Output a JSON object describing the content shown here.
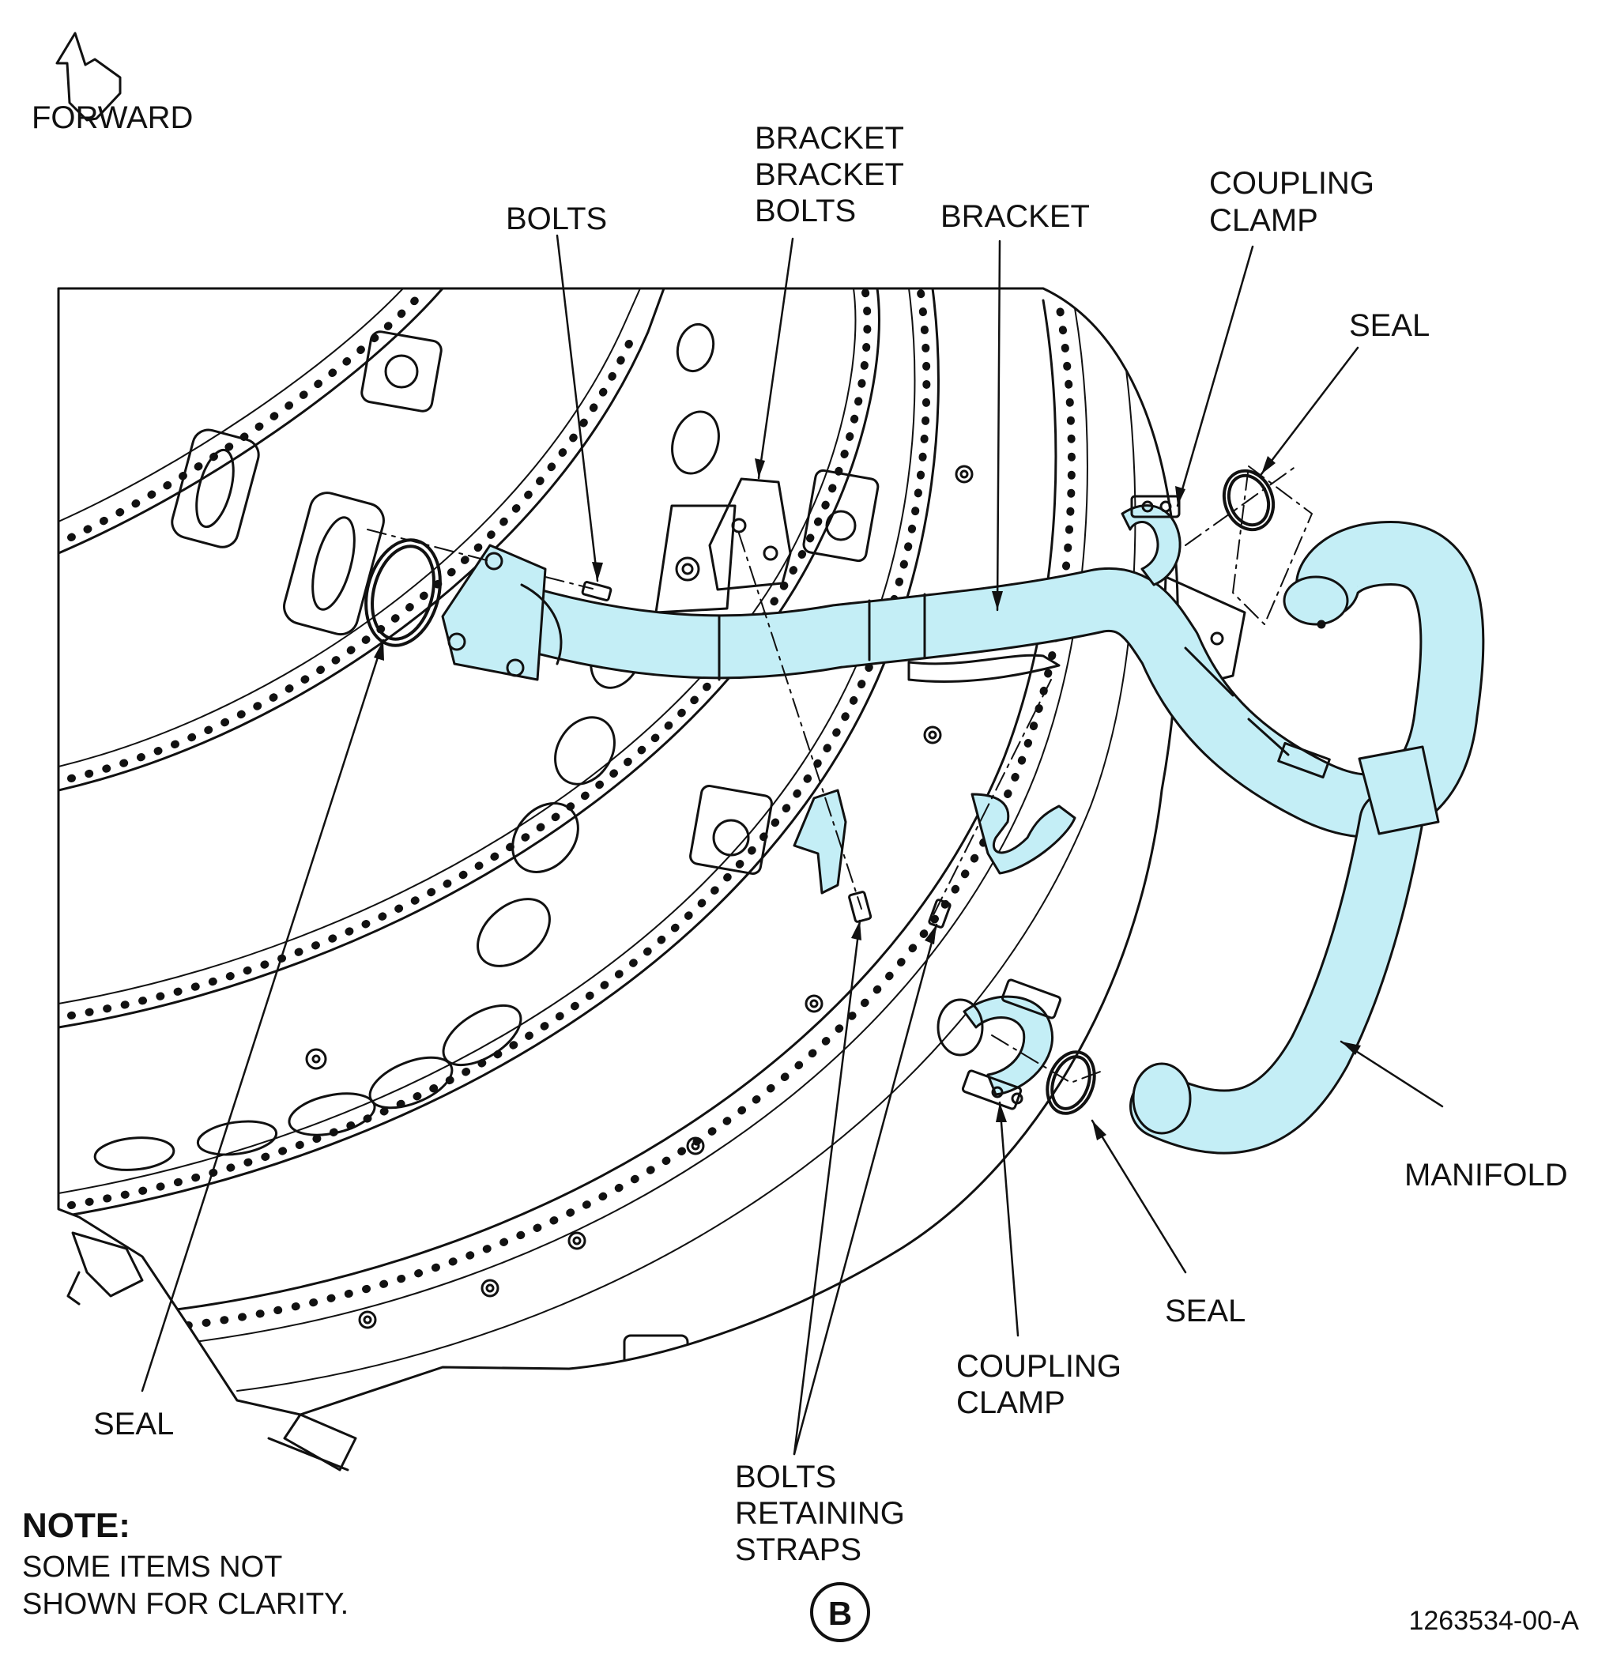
{
  "colors": {
    "engine_fill": "#FFFDC6",
    "manifold_fill": "#C4EEF6",
    "ink": "#111111",
    "background": "#FFFFFF"
  },
  "direction": {
    "label": "FORWARD",
    "icon": "forward-arrow-icon"
  },
  "callouts": {
    "bolts_top": "BOLTS",
    "bracket_group": [
      "BRACKET",
      "BRACKET",
      "BOLTS"
    ],
    "bracket_right": "BRACKET",
    "coupling_clamp_top": [
      "COUPLING",
      "CLAMP"
    ],
    "seal_right_top": "SEAL",
    "manifold": "MANIFOLD",
    "seal_right_bottom": "SEAL",
    "coupling_clamp_bottom": [
      "COUPLING",
      "CLAMP"
    ],
    "bolts_retaining_straps": [
      "BOLTS",
      "RETAINING",
      "STRAPS"
    ],
    "seal_left": "SEAL"
  },
  "note": {
    "title": "NOTE:",
    "lines": [
      "SOME ITEMS NOT",
      "SHOWN FOR CLARITY."
    ]
  },
  "view_label": "B",
  "figure_id": "1263534-00-A"
}
